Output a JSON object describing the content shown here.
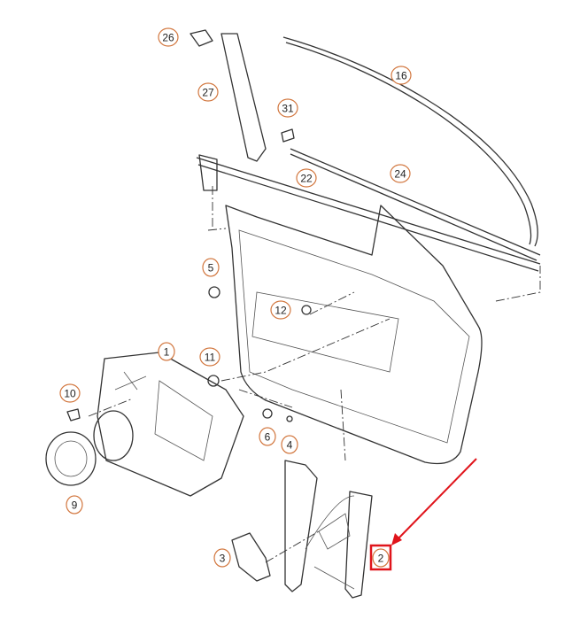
{
  "diagram": {
    "callouts": [
      {
        "id": "26"
      },
      {
        "id": "27"
      },
      {
        "id": "31"
      },
      {
        "id": "16"
      },
      {
        "id": "22"
      },
      {
        "id": "24"
      },
      {
        "id": "5"
      },
      {
        "id": "12"
      },
      {
        "id": "1"
      },
      {
        "id": "11"
      },
      {
        "id": "10"
      },
      {
        "id": "6"
      },
      {
        "id": "4"
      },
      {
        "id": "9"
      },
      {
        "id": "3"
      },
      {
        "id": "2"
      }
    ],
    "highlighted_callout": "2",
    "colors": {
      "callout_border": "#d2773f",
      "highlight": "#e0141b",
      "line_art": "#333333"
    }
  }
}
